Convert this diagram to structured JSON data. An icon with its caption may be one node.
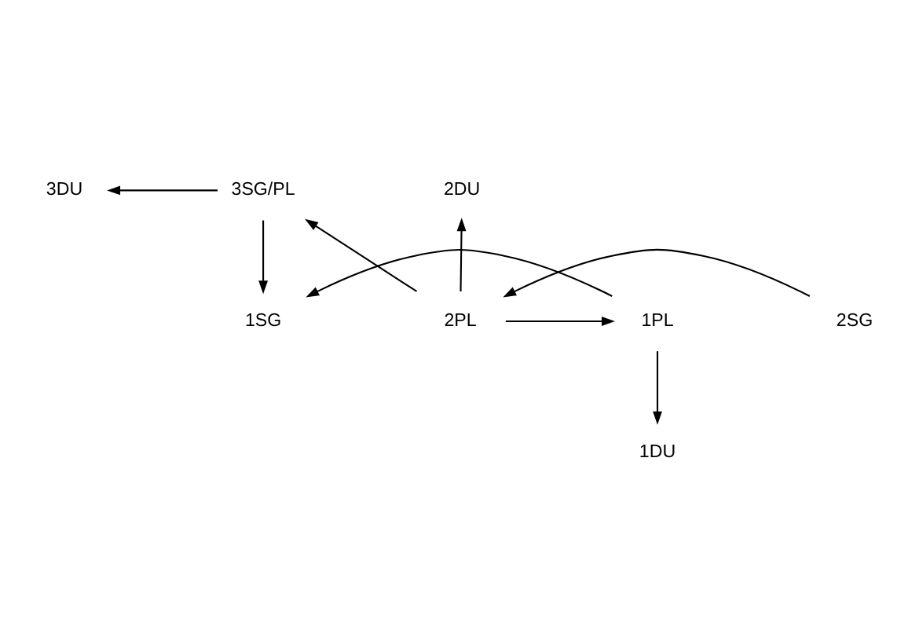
{
  "diagram": {
    "nodes": [
      {
        "text": [
          "3DU"
        ]
      },
      {
        "text": [
          "3SG/PL"
        ]
      },
      {
        "text": [
          "2DU"
        ]
      },
      {
        "text": [
          "2SG"
        ]
      },
      {
        "text": [
          "2PL"
        ]
      },
      {
        "text": [
          "1PL"
        ]
      },
      {
        "text": [
          "1SG"
        ]
      },
      {
        "text": [
          "1DU"
        ]
      }
    ],
    "edges": [
      {
        "from": 1,
        "to": 0,
        "arrow": "to"
      },
      {
        "from": 4,
        "to": 2,
        "arrow": "to"
      },
      {
        "from": 3,
        "to": 4,
        "arrow": "to"
      },
      {
        "from": 4,
        "to": 1,
        "arrow": "to"
      },
      {
        "from": 1,
        "to": 6,
        "arrow": "to"
      },
      {
        "from": 4,
        "to": 5,
        "arrow": "to"
      },
      {
        "from": 5,
        "to": 6,
        "arrow": "to"
      },
      {
        "from": 5,
        "to": 7,
        "arrow": "to"
      }
    ]
  }
}
